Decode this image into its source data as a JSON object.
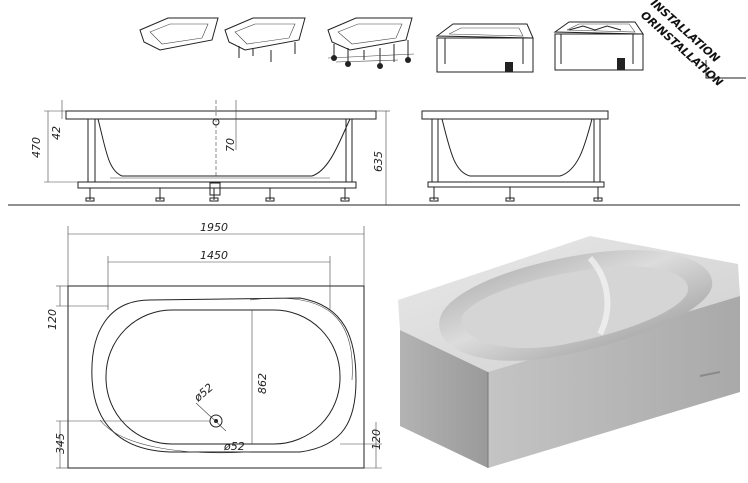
{
  "corner_labels": {
    "line1": "INSTALLATION",
    "line2": "ORINSTALLATION"
  },
  "installation_icons": [
    {
      "name": "plain-tub-icon"
    },
    {
      "name": "tub-on-legs-icon"
    },
    {
      "name": "tub-on-ornate-legs-icon"
    },
    {
      "name": "tub-with-panel-icon"
    },
    {
      "name": "tub-with-panel-hydromassage-icon"
    }
  ],
  "side_view": {
    "dim_total_height": "470",
    "dim_rim": "42",
    "dim_drain": "70",
    "dim_overall": "635"
  },
  "top_view": {
    "dim_length": "1950",
    "dim_inner_length": "1450",
    "dim_top_offset": "120",
    "dim_inner_width": "862",
    "dim_bottom_offset": "345",
    "dim_right_offset": "120",
    "dim_drain_dia_1": "ø52",
    "dim_drain_dia_2": "ø52"
  },
  "colors": {
    "ink": "#222222",
    "tub_light": "#e6e6e6",
    "tub_mid": "#bdbdbd",
    "tub_dark": "#8f8f8f"
  }
}
